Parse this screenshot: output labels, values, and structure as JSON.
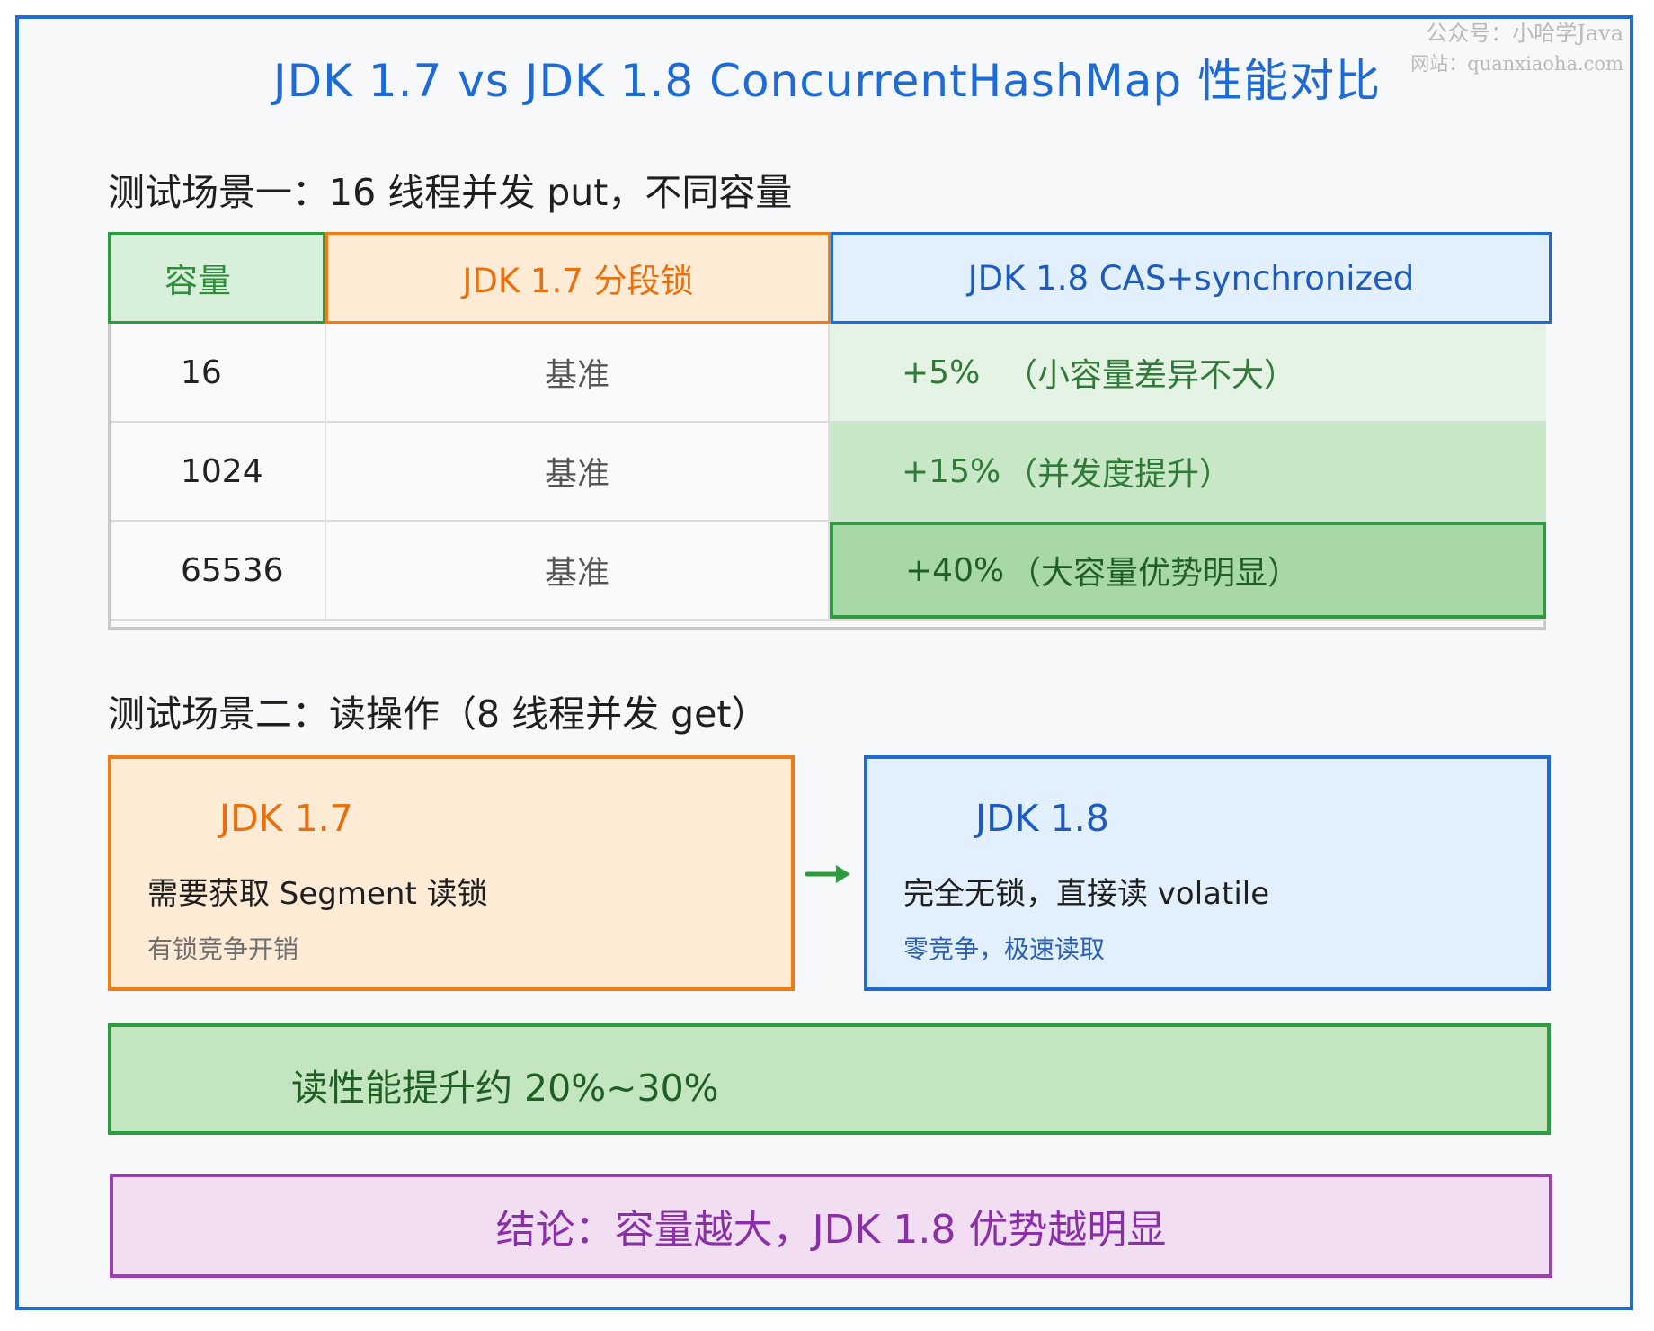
{
  "watermark": {
    "line1": "公众号：小哈学Java",
    "line2": "网站：quanxiaoha.com"
  },
  "title": "JDK 1.7 vs JDK 1.8 ConcurrentHashMap 性能对比",
  "scenario1": {
    "heading": "测试场景一：16 线程并发 put，不同容量",
    "table": {
      "headers": {
        "capacity": "容量",
        "jdk17": "JDK 1.7 分段锁",
        "jdk18": "JDK 1.8 CAS+synchronized"
      },
      "rows": [
        {
          "capacity": "16",
          "jdk17": "基准",
          "jdk18_pct": "+5%",
          "jdk18_note": "（小容量差异不大）"
        },
        {
          "capacity": "1024",
          "jdk17": "基准",
          "jdk18_pct": "+15%",
          "jdk18_note": "（并发度提升）"
        },
        {
          "capacity": "65536",
          "jdk17": "基准",
          "jdk18_pct": "+40%",
          "jdk18_note": "（大容量优势明显）"
        }
      ]
    }
  },
  "scenario2": {
    "heading": "测试场景二：读操作（8 线程并发 get）",
    "jdk17": {
      "title": "JDK 1.7",
      "line": "需要获取 Segment 读锁",
      "note": "有锁竞争开销"
    },
    "jdk18": {
      "title": "JDK 1.8",
      "line": "完全无锁，直接读 volatile",
      "note": "零竞争，极速读取"
    },
    "result": "读性能提升约 20%~30%"
  },
  "conclusion": "结论：容量越大，JDK 1.8 优势越明显",
  "colors": {
    "blue": "#1e6bd6",
    "orange": "#f07c14",
    "green": "#2e9b3e",
    "purple": "#9b3fb2"
  }
}
